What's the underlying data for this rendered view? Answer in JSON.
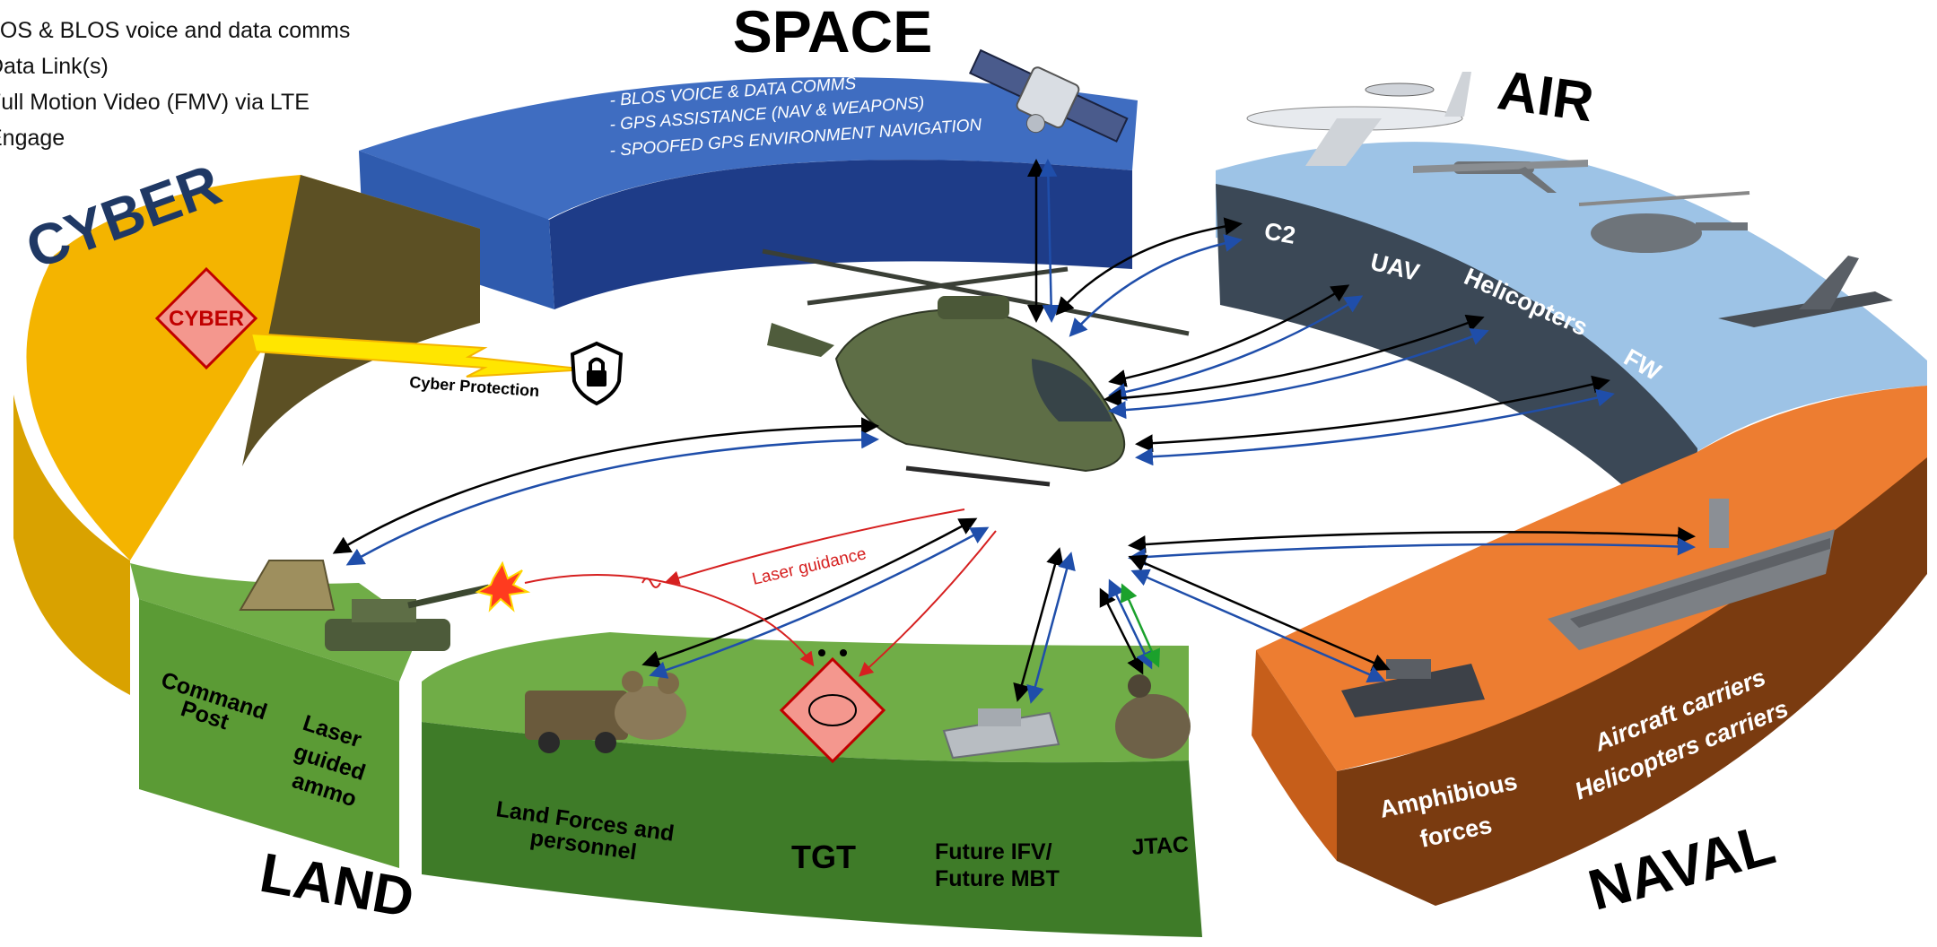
{
  "legend": {
    "items": [
      "LOS & BLOS voice and data comms",
      "Data Link(s)",
      "Full Motion Video (FMV) via LTE",
      "Engage"
    ]
  },
  "domains": {
    "space": {
      "title": "SPACE",
      "bullets": [
        "-  BLOS VOICE & DATA COMMS",
        "-  GPS ASSISTANCE (NAV & WEAPONS)",
        "-  SPOOFED GPS ENVIRONMENT NAVIGATION"
      ]
    },
    "air": {
      "title": "AIR",
      "items": [
        "C2",
        "UAV",
        "Helicopters",
        "FW"
      ]
    },
    "cyber": {
      "title": "CYBER",
      "badge": "CYBER",
      "protection": "Cyber Protection"
    },
    "land": {
      "title": "LAND",
      "items": {
        "command_post": [
          "Command",
          "Post"
        ],
        "laser_ammo": [
          "Laser",
          "guided",
          "ammo"
        ],
        "land_forces": [
          "Land Forces and",
          "personnel"
        ],
        "tgt": "TGT",
        "ifv": [
          "Future IFV/",
          "Future MBT"
        ],
        "jtac": "JTAC"
      },
      "laser_guidance": "Laser guidance"
    },
    "naval": {
      "title": "NAVAL",
      "amphibious": [
        "Amphibious",
        "forces"
      ],
      "carriers": [
        "Aircraft carriers",
        "Helicopters carriers"
      ]
    }
  },
  "colors": {
    "space": "#3F6DC1",
    "space_side": "#1E3C88",
    "air": "#9DC3E6",
    "air_side": "#3B4856",
    "cyber": "#F4B400",
    "cyber_side": "#5C5024",
    "land": "#70AD47",
    "land_side": "#3E7B28",
    "naval": "#ED7D31",
    "naval_side": "#7A3B10",
    "link_black": "#000000",
    "link_blue": "#1F4EAA",
    "link_green": "#1BA12C",
    "laser_red": "#D62020"
  }
}
